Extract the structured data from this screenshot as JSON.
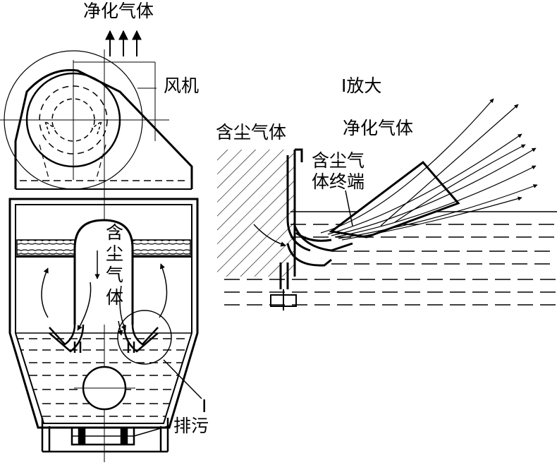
{
  "labels": {
    "clean_gas_top": "净化气体",
    "fan": "风机",
    "dusty_gas_vertical": [
      "含",
      "尘",
      "气",
      "体"
    ],
    "detail_marker": "I",
    "drain": "排污",
    "enlarge_title": "I放大",
    "dusty_gas_right": "含尘气体",
    "clean_gas_right": "净化气体",
    "dusty_end_line1": "含尘气",
    "dusty_end_line2": "体终端"
  },
  "colors": {
    "ink": "#000000",
    "paper": "#ffffff"
  }
}
